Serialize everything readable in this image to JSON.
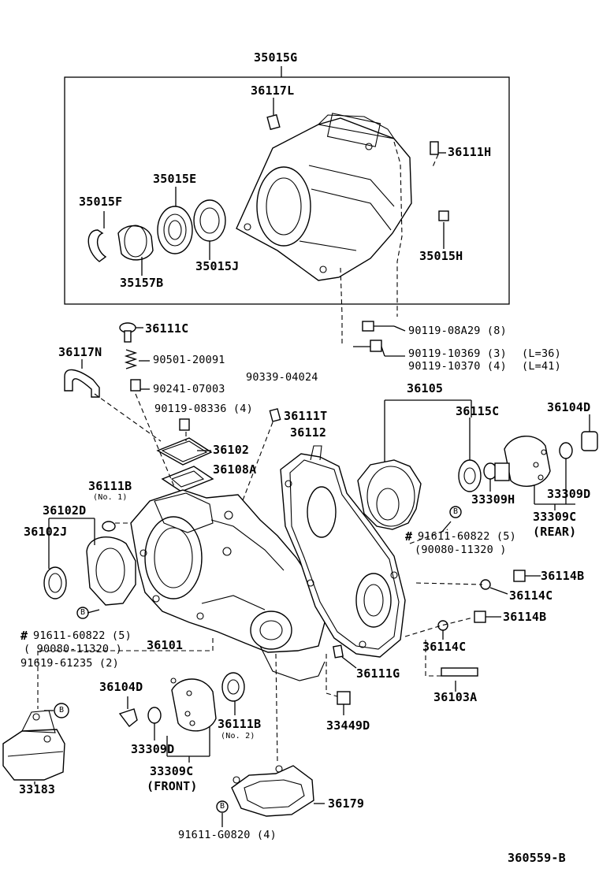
{
  "diagram": {
    "labels": {
      "l35015G": "35015G",
      "l36117L": "36117L",
      "l36111H": "36111H",
      "l35015E": "35015E",
      "l35015F": "35015F",
      "l35015J": "35015J",
      "l35157B": "35157B",
      "l35015H": "35015H",
      "l36111C": "36111C",
      "l90119_08A29": "90119-08A29 (8)",
      "l36117N": "36117N",
      "l90501_20091": "90501-20091",
      "l90119_10369": "90119-10369 (3)",
      "l90119_10370": "90119-10370 (4)",
      "lL36": "(L=36)",
      "lL41": "(L=41)",
      "l90339_04024": "90339-04024",
      "l90241_07003": "90241-07003",
      "l36105": "36105",
      "l36104D_r": "36104D",
      "l90119_08336": "90119-08336 (4)",
      "l36111T": "36111T",
      "l36115C": "36115C",
      "l36112": "36112",
      "l36102": "36102",
      "l36108A": "36108A",
      "l33309H": "33309H",
      "l33309D_r": "33309D",
      "l36111B_1": "36111B",
      "lNo1": "(No. 1)",
      "l36102D": "36102D",
      "l33309C_r": "33309C",
      "lREAR": "(REAR)",
      "l36102J": "36102J",
      "hash1": "#",
      "l91611_60822_r": "91611-60822 (5)",
      "l90080_11320_r": "(90080-11320 )",
      "l36114B_1": "36114B",
      "l36114C_1": "36114C",
      "l36114B_2": "36114B",
      "hash2": "#",
      "l91611_60822_l": "91611-60822 (5)",
      "l90080_11320_l": "( 90080-11320 )",
      "l36101": "36101",
      "l36114C_2": "36114C",
      "l91619_61235": "91619-61235 (2)",
      "l36111G": "36111G",
      "l36104D_l": "36104D",
      "l36103A": "36103A",
      "l36111B_2": "36111B",
      "lNo2": "(No. 2)",
      "l33449D": "33449D",
      "l33309D_l": "33309D",
      "l33309C_l": "33309C",
      "lFRONT": "(FRONT)",
      "l33183": "33183",
      "l36179": "36179",
      "l91611_G0820": "91611-G0820 (4)",
      "l360559B": "360559-B",
      "bubbleB": "B"
    },
    "colors": {
      "ink": "#000000",
      "paper": "#ffffff"
    }
  }
}
